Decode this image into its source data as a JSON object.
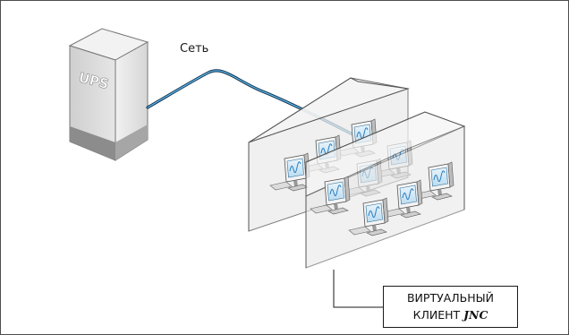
{
  "diagram": {
    "ups_label": "UPS",
    "network_label": "Сеть",
    "callout": {
      "line1": "ВИРТУАЛЬНЫЙ",
      "line2_prefix": "КЛИЕНТ",
      "line2_brand": "JNC"
    },
    "colors": {
      "ups_body": "#d9d9d9",
      "ups_base": "#8c8c8c",
      "cable": "#2a7fc1",
      "monitor_screen": "#5aa6d6",
      "building": "#e6e6e6"
    }
  }
}
